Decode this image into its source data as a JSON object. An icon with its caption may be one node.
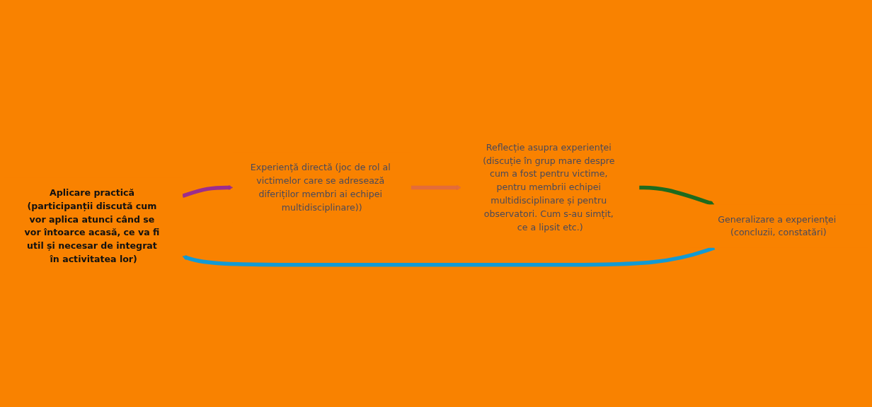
{
  "diagram": {
    "nodes": [
      {
        "text": [
          "Aplicare practică (participanții discută cum vor aplica atunci când se vor întoarce acasă, ce va fi util și necesar de integrat în activitatea lor)"
        ]
      },
      {
        "text": [
          "Experiență directă (joc de rol al victimelor care se adresează diferiților membri ai echipei multidisciplinare))"
        ]
      },
      {
        "text": [
          "Reflecție asupra experienței (discuție în grup mare despre cum a fost pentru victime, pentru membrii echipei multidisciplinare și pentru observatori. Cum s-au simțit, ce a lipsit etc.)"
        ]
      },
      {
        "text": [
          "Generalizare a experienței (concluzii, constatări)"
        ]
      }
    ],
    "edges": [
      {
        "from": 0,
        "to": 1,
        "arrow": "to",
        "color": "#9b2d8e"
      },
      {
        "from": 1,
        "to": 2,
        "arrow": "to",
        "color": "#e46c3a"
      },
      {
        "from": 2,
        "to": 3,
        "arrow": "to",
        "color": "#1e6b1e"
      },
      {
        "from": 3,
        "to": 0,
        "arrow": "to",
        "color": "#139ad3"
      }
    ]
  }
}
